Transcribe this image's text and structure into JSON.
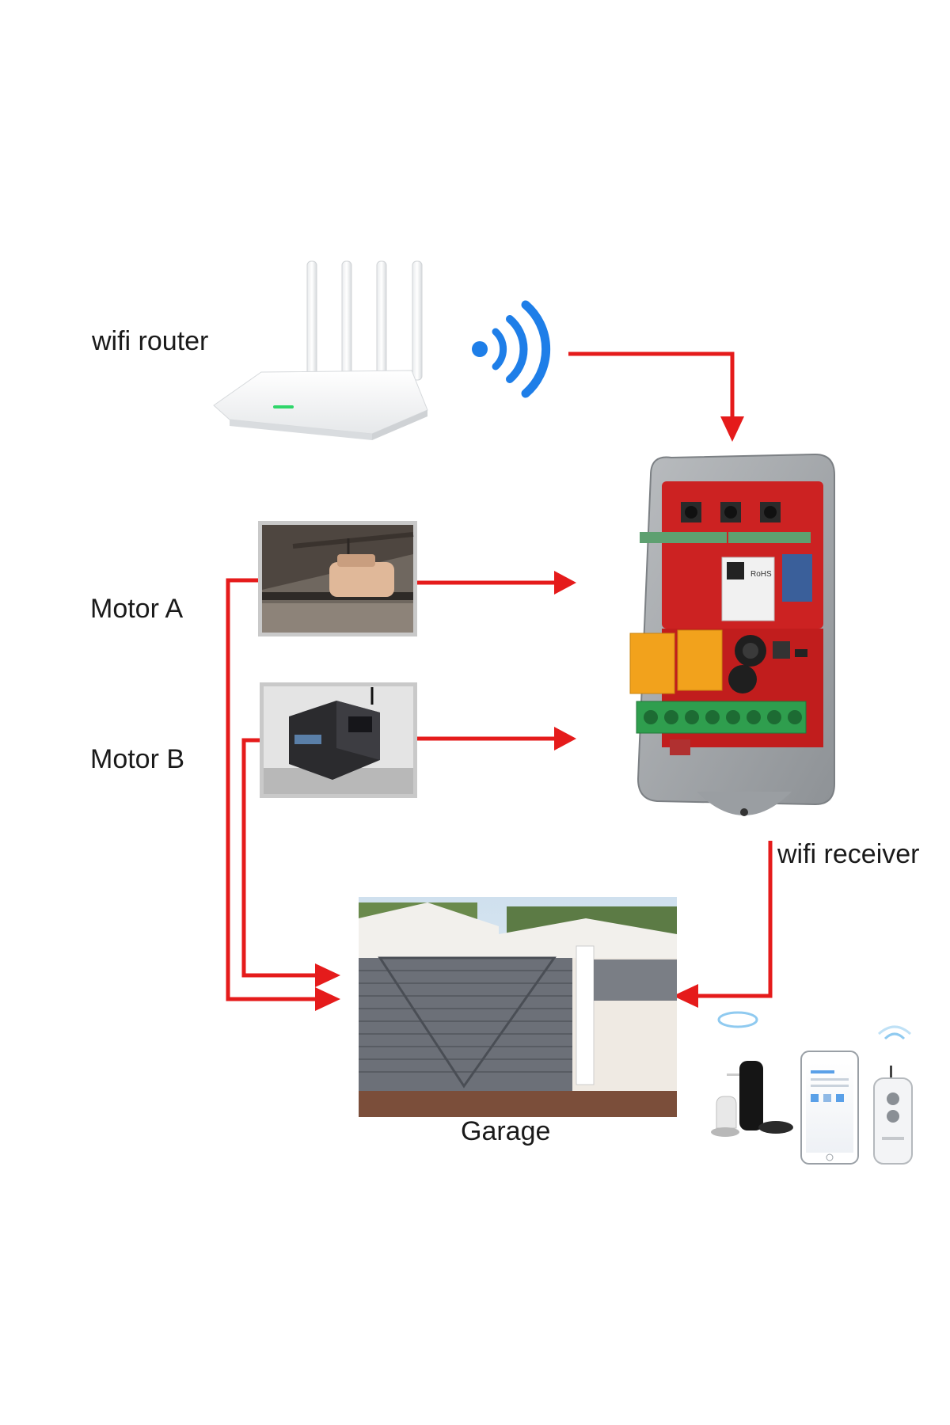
{
  "labels": {
    "router": "wifi router",
    "motor_a": "Motor A",
    "motor_b": "Motor B",
    "receiver": "wifi receiver",
    "garage": "Garage"
  },
  "receiver_board": {
    "module_rohs": "RoHS"
  },
  "colors": {
    "arrow": "#e51b1b",
    "wifi_signal": "#1e7ee8",
    "board": "#cc2222",
    "enclosure": "#a9acaf",
    "relay": "#f2a21c",
    "terminal": "#2f9e4e",
    "gate": "#6c7078"
  },
  "icons": {
    "router": "wifi-router-icon",
    "signal": "wifi-signal-icon",
    "motor_a": "ceiling-motor-icon",
    "motor_b": "gate-motor-icon",
    "receiver": "wifi-receiver-board-icon",
    "gate": "sliding-gate-icon",
    "smart_speaker": "smart-speaker-icon",
    "phone": "smartphone-app-icon",
    "remote": "remote-control-icon"
  }
}
